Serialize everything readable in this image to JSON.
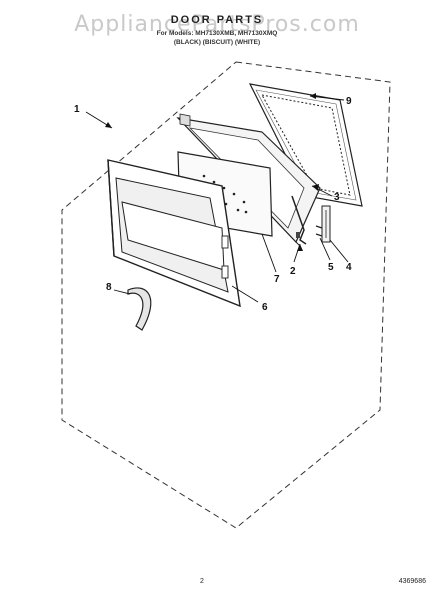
{
  "header": {
    "watermark": "AppliancePartsPros.com",
    "title": "DOOR PARTS",
    "subtitle_line1": "For Models: MH7130XMB, MH7130XMQ",
    "subtitle_line2": "(BLACK) (BISCUIT) (WHITE)"
  },
  "callouts": [
    "1",
    "2",
    "3",
    "4",
    "5",
    "6",
    "7",
    "8",
    "9"
  ],
  "footer": {
    "page_number": "2",
    "doc_number": "4369686"
  }
}
